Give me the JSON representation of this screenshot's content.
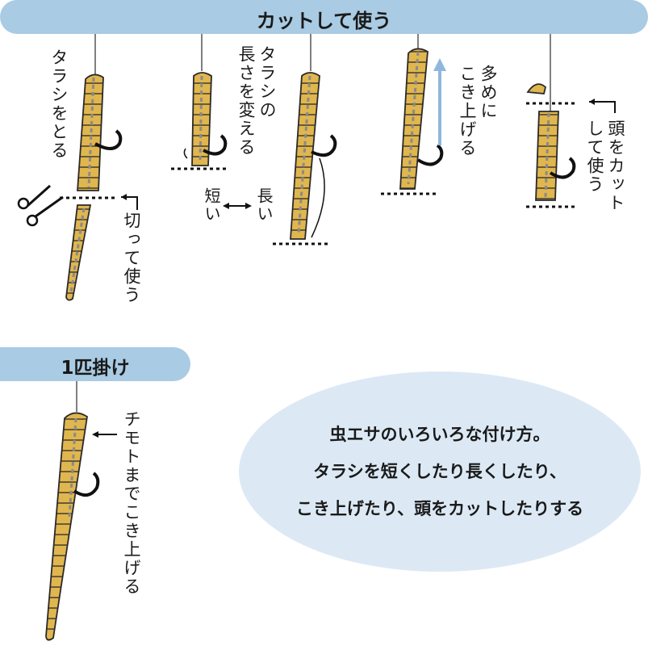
{
  "header": {
    "title": "カットして使う"
  },
  "labels": {
    "taraji_toru": "タラシをとる",
    "cut_use": "切って使う",
    "taraji_length": "タラシの\n長さを変える",
    "short": "短い",
    "long": "長い",
    "scoop_more": "多めに\nこき上げる",
    "cut_head": "頭をカット\nして使う"
  },
  "section2": {
    "title": "1匹掛け",
    "label": "チモトまでこき上げる"
  },
  "summary": {
    "line1": "虫エサのいろいろな付け方。",
    "line2": "タラシを短くしたり長くしたり、",
    "line3": "こき上げたり、頭をカットしたりする"
  },
  "colors": {
    "header_bg": "#a9cbe3",
    "worm_body": "#e0b64f",
    "worm_outline": "#2a2a2a",
    "center_line": "#8a8a8a",
    "arrow_up": "#8fb7dd",
    "ellipse_bg": "#dce9f5"
  },
  "icons": [
    "scissors-icon",
    "hook-icon",
    "arrow-left-icon",
    "arrow-up-icon",
    "double-arrow-icon"
  ]
}
